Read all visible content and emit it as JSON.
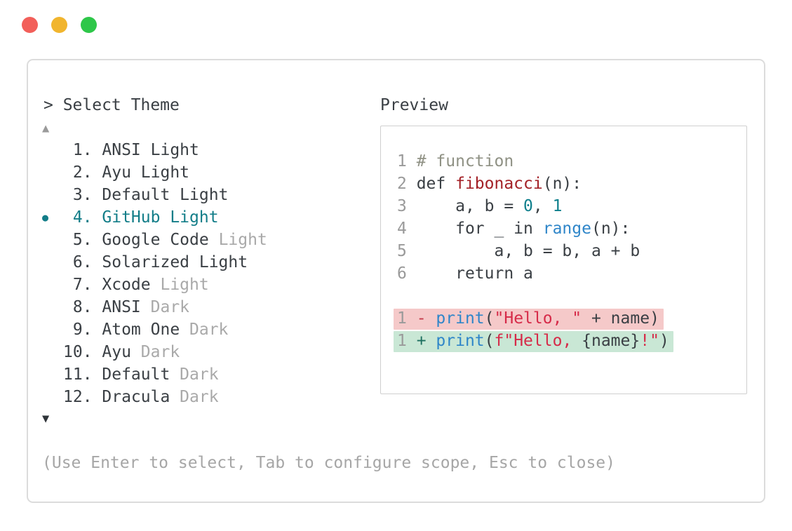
{
  "window": {
    "traffic_lights": [
      {
        "name": "close",
        "color": "#f25f5a"
      },
      {
        "name": "minimize",
        "color": "#f1b52e"
      },
      {
        "name": "zoom",
        "color": "#2ec749"
      }
    ]
  },
  "panel": {
    "prompt": "> Select Theme",
    "scroll_up_icon": "▲",
    "scroll_down_icon": "▼",
    "help_text": "(Use Enter to select, Tab to configure scope, Esc to close)",
    "theme_list": {
      "selected_bullet": "●",
      "selected_number": 4,
      "items": [
        {
          "number": 1,
          "name": "ANSI",
          "variant": "Light",
          "variant_dim": false,
          "selected": false
        },
        {
          "number": 2,
          "name": "Ayu",
          "variant": "Light",
          "variant_dim": false,
          "selected": false
        },
        {
          "number": 3,
          "name": "Default",
          "variant": "Light",
          "variant_dim": false,
          "selected": false
        },
        {
          "number": 4,
          "name": "GitHub",
          "variant": "Light",
          "variant_dim": false,
          "selected": true
        },
        {
          "number": 5,
          "name": "Google Code",
          "variant": "Light",
          "variant_dim": true,
          "selected": false
        },
        {
          "number": 6,
          "name": "Solarized",
          "variant": "Light",
          "variant_dim": false,
          "selected": false
        },
        {
          "number": 7,
          "name": "Xcode",
          "variant": "Light",
          "variant_dim": true,
          "selected": false
        },
        {
          "number": 8,
          "name": "ANSI",
          "variant": "Dark",
          "variant_dim": true,
          "selected": false
        },
        {
          "number": 9,
          "name": "Atom One",
          "variant": "Dark",
          "variant_dim": true,
          "selected": false
        },
        {
          "number": 10,
          "name": "Ayu",
          "variant": "Dark",
          "variant_dim": true,
          "selected": false
        },
        {
          "number": 11,
          "name": "Default",
          "variant": "Dark",
          "variant_dim": true,
          "selected": false
        },
        {
          "number": 12,
          "name": "Dracula",
          "variant": "Dark",
          "variant_dim": true,
          "selected": false
        }
      ]
    },
    "preview": {
      "label": "Preview",
      "code_lines": [
        {
          "num": "1",
          "bg": null,
          "segments": [
            {
              "t": "# function",
              "c": "comment"
            }
          ]
        },
        {
          "num": "2",
          "bg": null,
          "segments": [
            {
              "t": "def ",
              "c": "default"
            },
            {
              "t": "fibonacci",
              "c": "func"
            },
            {
              "t": "(n):",
              "c": "default"
            }
          ]
        },
        {
          "num": "3",
          "bg": null,
          "segments": [
            {
              "t": "    a, b = ",
              "c": "default"
            },
            {
              "t": "0",
              "c": "number"
            },
            {
              "t": ", ",
              "c": "default"
            },
            {
              "t": "1",
              "c": "number"
            }
          ]
        },
        {
          "num": "4",
          "bg": null,
          "segments": [
            {
              "t": "    for _ in ",
              "c": "default"
            },
            {
              "t": "range",
              "c": "blue"
            },
            {
              "t": "(n):",
              "c": "default"
            }
          ]
        },
        {
          "num": "5",
          "bg": null,
          "segments": [
            {
              "t": "        a, b = b, a + b",
              "c": "default"
            }
          ]
        },
        {
          "num": "6",
          "bg": null,
          "segments": [
            {
              "t": "    return a",
              "c": "default"
            }
          ]
        },
        {
          "num": "",
          "bg": null,
          "segments": []
        },
        {
          "num": "1",
          "bg": "removed",
          "segments": [
            {
              "t": "- ",
              "c": "minus"
            },
            {
              "t": "print",
              "c": "blue"
            },
            {
              "t": "(",
              "c": "default"
            },
            {
              "t": "\"Hello, \"",
              "c": "string"
            },
            {
              "t": " + name)",
              "c": "default"
            }
          ]
        },
        {
          "num": "1",
          "bg": "added",
          "segments": [
            {
              "t": "+ ",
              "c": "plus"
            },
            {
              "t": "print",
              "c": "blue"
            },
            {
              "t": "(",
              "c": "default"
            },
            {
              "t": "f\"Hello, ",
              "c": "string"
            },
            {
              "t": "{name}",
              "c": "default"
            },
            {
              "t": "!\"",
              "c": "string"
            },
            {
              "t": ")",
              "c": "default"
            }
          ]
        }
      ]
    }
  },
  "colors": {
    "accent_teal": "#127d88",
    "text_dark": "#3a3f44",
    "text_dim": "#a9a9a9",
    "help_gray": "#a6a6a6",
    "line_number": "#9a9a9a",
    "comment": "#8f9184",
    "function_red": "#a32127",
    "number_teal": "#0e7f8c",
    "builtin_blue": "#2f86c9",
    "string_red": "#d62b49",
    "diff_minus": "#c43a49",
    "diff_plus": "#1d6f5f",
    "diff_removed_bg": "#f5c9c9",
    "diff_added_bg": "#c9e7d5",
    "panel_border": "#dcdcdc",
    "preview_border": "#cfcfcf",
    "traffic_red": "#f25f5a",
    "traffic_yellow": "#f1b52e",
    "traffic_green": "#2ec749"
  }
}
